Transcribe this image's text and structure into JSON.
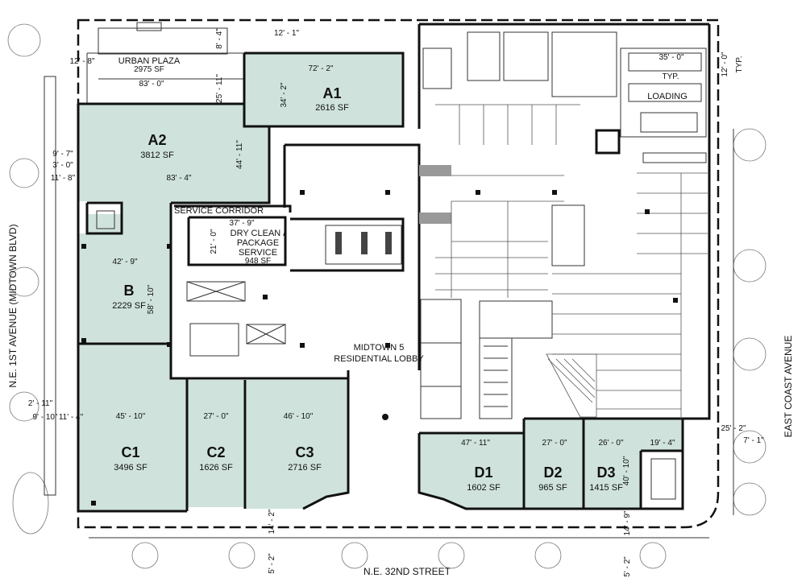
{
  "colors": {
    "retail_fill": "#cfe3dc",
    "wall": "#111111",
    "background": "#ffffff"
  },
  "units": {
    "A1": {
      "name": "A1",
      "area": "2616 SF",
      "dims": [
        "72' - 2\"",
        "34' - 2\"",
        "12' - 1\"",
        "8' - 4\"",
        "25' - 11\""
      ]
    },
    "A2": {
      "name": "A2",
      "area": "3812 SF",
      "dims": [
        "44' - 11\"",
        "83' - 4\""
      ]
    },
    "B": {
      "name": "B",
      "area": "2229 SF",
      "dims": [
        "42' - 9\"",
        "58' - 10\""
      ]
    },
    "C1": {
      "name": "C1",
      "area": "3496 SF",
      "dims": [
        "45' - 10\""
      ]
    },
    "C2": {
      "name": "C2",
      "area": "1626 SF",
      "dims": [
        "27' - 0\""
      ]
    },
    "C3": {
      "name": "C3",
      "area": "2716 SF",
      "dims": [
        "46' - 10\""
      ]
    },
    "D1": {
      "name": "D1",
      "area": "1602 SF",
      "dims": [
        "47' - 11\""
      ]
    },
    "D2": {
      "name": "D2",
      "area": "965 SF",
      "dims": [
        "27' - 0\""
      ]
    },
    "D3": {
      "name": "D3",
      "area": "1415 SF",
      "dims": [
        "26' - 0\"",
        "19' - 4\"",
        "40' - 10\""
      ]
    }
  },
  "urban_plaza": {
    "name": "URBAN PLAZA",
    "area": "2975 SF",
    "dims": [
      "12' - 8\"",
      "83' - 0\""
    ]
  },
  "dry_clean": {
    "line1": "DRY CLEAN /",
    "line2": "PACKAGE",
    "line3": "SERVICE",
    "area": "948 SF",
    "dims": [
      "37' - 9\"",
      "21' - 0\""
    ]
  },
  "labels": {
    "service_corridor": "SERVICE CORRIDOR",
    "lobby_line1": "MIDTOWN 5",
    "lobby_line2": "RESIDENTIAL LOBBY",
    "loading": "LOADING",
    "typ": "TYP.",
    "typ_side": "TYP."
  },
  "loading_dims": [
    "35' - 0\"",
    "12' - 0\""
  ],
  "left_dims": [
    "9' - 7\"",
    "3' - 0\"",
    "11' - 8\"",
    "2' - 11\"",
    "9' - 10\"",
    "11' - 4\""
  ],
  "bottom_dims": [
    "14' - 2\"",
    "5' - 2\"",
    "14' - 9\"",
    "5' - 2\""
  ],
  "right_dims": [
    "25' - 2\"",
    "7' - 1\""
  ],
  "streets": {
    "south": "N.E. 32ND STREET",
    "west": "N.E. 1ST AVENUE (MIDTOWN BLVD)",
    "east": "EAST COAST AVENUE"
  }
}
